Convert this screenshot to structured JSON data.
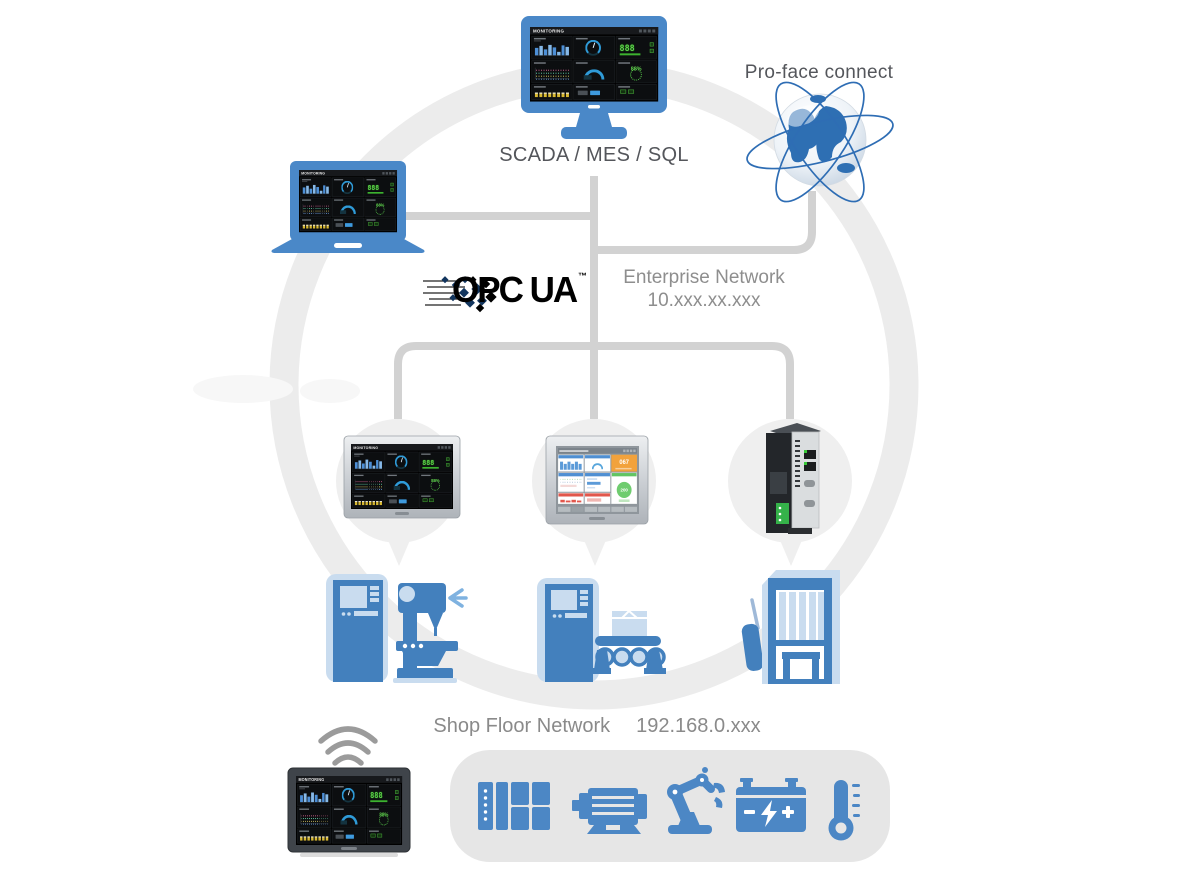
{
  "labels": {
    "scada": "SCADA / MES / SQL",
    "proface": "Pro-face connect",
    "enterprise_network": "Enterprise Network",
    "enterprise_ip": "10.xxx.xx.xxx",
    "shop_floor": "Shop Floor Network",
    "shop_floor_ip": "192.168.0.xxx",
    "opcua": "OPC UA",
    "opcua_tm": "™"
  },
  "dashboard_dark": {
    "title": "MONITORING",
    "digits": "888",
    "percent": "88%"
  },
  "dashboard_light": {
    "orange_value": "067",
    "green_value": "200"
  },
  "networks": {
    "enterprise": {
      "name": "Enterprise Network",
      "ip_range": "10.xxx.xx.xxx"
    },
    "shop_floor": {
      "name": "Shop Floor Network",
      "ip_range": "192.168.0.xxx"
    }
  },
  "devices": [
    "scada-monitor",
    "engineering-laptop",
    "pro-face-connect-globe",
    "hmi-widescreen",
    "hmi-classic",
    "box-module-gateway",
    "cnc-machine",
    "conveyor-machine",
    "machine-enclosure",
    "wireless-tablet-hmi"
  ],
  "bottom_icons": [
    "plc",
    "motor",
    "robot-arm",
    "battery",
    "thermometer"
  ],
  "colors": {
    "device_blue": "#4A88C8",
    "machine_blue": "#4380BD",
    "machine_light": "#C9DCEF",
    "icon_blue": "#4C87C5",
    "line_gray": "#D2D2D2",
    "ring_gray": "#ECECEC",
    "bubble_gray": "#EFEFEF",
    "panel_gray": "#E6E6E6",
    "text_dark": "#54565B",
    "text_gray": "#8E8E8E"
  }
}
